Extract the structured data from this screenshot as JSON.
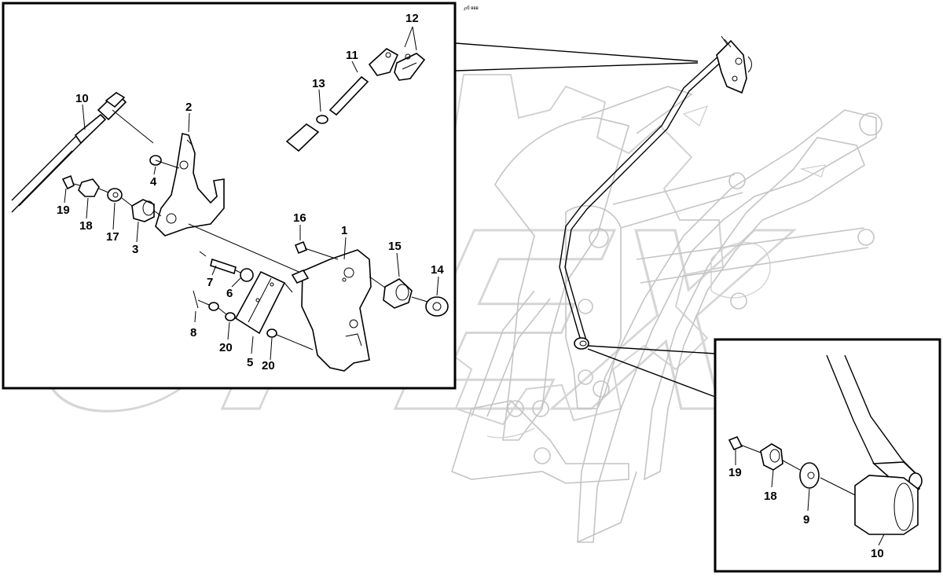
{
  "header": {
    "small_code": "℘б ввв"
  },
  "watermark": {
    "text": "OPEX"
  },
  "detail_main": {
    "callouts": {
      "p1": "1",
      "p2": "2",
      "p3": "3",
      "p4": "4",
      "p5": "5",
      "p6": "6",
      "p7": "7",
      "p8": "8",
      "p10": "10",
      "p11": "11",
      "p12": "12",
      "p13": "13",
      "p14": "14",
      "p15": "15",
      "p16": "16",
      "p17": "17",
      "p18": "18",
      "p19": "19",
      "p20a": "20",
      "p20b": "20"
    }
  },
  "detail_inset": {
    "callouts": {
      "p9": "9",
      "p10": "10",
      "p18": "18",
      "p19": "19"
    }
  }
}
